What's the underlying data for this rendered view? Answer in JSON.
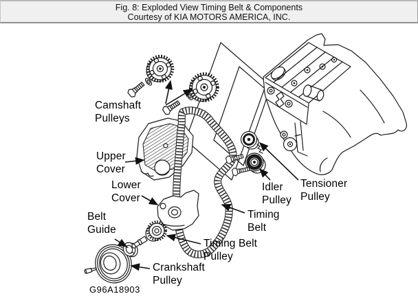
{
  "header": {
    "title": "Fig. 8: Exploded View Timing Belt & Components",
    "subtitle": "Courtesy of KIA MOTORS AMERICA, INC."
  },
  "diagram": {
    "figure_code": "G96A18903",
    "labels": {
      "camshaft_pulleys": {
        "lines": [
          "Camshaft",
          "Pulleys"
        ]
      },
      "upper_cover": {
        "lines": [
          "Upper",
          "Cover"
        ]
      },
      "lower_cover": {
        "lines": [
          "Lower",
          "Cover"
        ]
      },
      "belt_guide": {
        "lines": [
          "Belt",
          "Guide"
        ]
      },
      "idler_pulley": {
        "lines": [
          "Idler",
          "Pulley"
        ]
      },
      "tensioner_pulley": {
        "lines": [
          "Tensioner",
          "Pulley"
        ]
      },
      "timing_belt": {
        "lines": [
          "Timing",
          "Belt"
        ]
      },
      "timing_belt_pulley": {
        "lines": [
          "Timing Belt",
          "Pulley"
        ]
      },
      "crankshaft_pulley": {
        "lines": [
          "Crankshaft",
          "Pulley"
        ]
      }
    },
    "colors": {
      "background": "#ffffff",
      "line": "#1a1a1a",
      "header_background": "#f0f0f0",
      "header_border": "#8f8f8f"
    }
  }
}
